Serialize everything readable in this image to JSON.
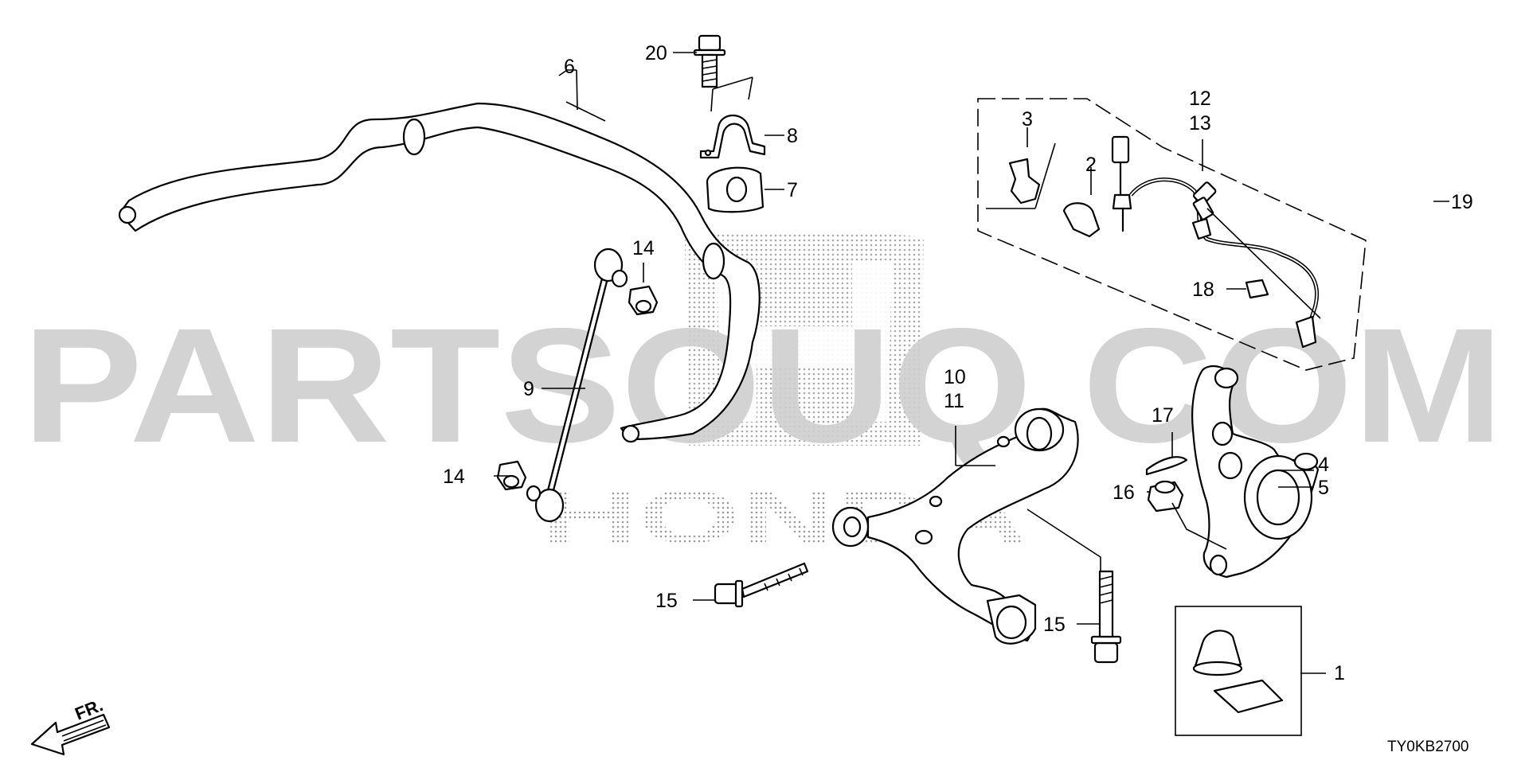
{
  "watermark": {
    "site_text": "PARTSOUQ.COM",
    "brand_text": "HONDA"
  },
  "diagram_code": "TY0KB2700",
  "direction_label": "FR.",
  "callouts": {
    "c1": "1",
    "c2": "2",
    "c3": "3",
    "c4": "4",
    "c5": "5",
    "c6": "6",
    "c7": "7",
    "c8": "8",
    "c9": "9",
    "c10": "10",
    "c11": "11",
    "c12": "12",
    "c13": "13",
    "c14a": "14",
    "c14b": "14",
    "c15a": "15",
    "c15b": "15",
    "c16": "16",
    "c17": "17",
    "c18": "18",
    "c19": "19",
    "c20": "20"
  }
}
